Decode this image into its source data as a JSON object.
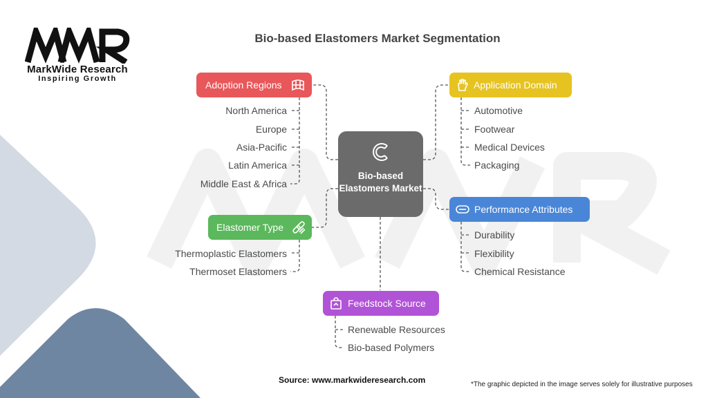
{
  "brand": {
    "logo_mark": "MWR",
    "name": "MarkWide Research",
    "tagline": "Inspiring Growth"
  },
  "title": "Bio-based Elastomers Market Segmentation",
  "center": {
    "label": "Bio-based Elastomers Market",
    "icon": "c-logo-icon",
    "color": "#6b6b6b"
  },
  "segments": {
    "adoption_regions": {
      "label": "Adoption Regions",
      "icon": "globe-flag-icon",
      "color": "#e8575a",
      "items": [
        "North America",
        "Europe",
        "Asia-Pacific",
        "Latin America",
        "Middle East & Africa"
      ]
    },
    "application_domain": {
      "label": "Application Domain",
      "icon": "hand-icon",
      "color": "#e6c321",
      "items": [
        "Automotive",
        "Footwear",
        "Medical Devices",
        "Packaging"
      ]
    },
    "elastomer_type": {
      "label": "Elastomer Type",
      "icon": "bandage-icon",
      "color": "#5bb85c",
      "items": [
        "Thermoplastic Elastomers",
        "Thermoset Elastomers"
      ]
    },
    "performance_attributes": {
      "label": "Performance Attributes",
      "icon": "stretch-band-icon",
      "color": "#4a86d8",
      "items": [
        "Durability",
        "Flexibility",
        "Chemical Resistance"
      ]
    },
    "feedstock_source": {
      "label": "Feedstock Source",
      "icon": "recycle-bag-icon",
      "color": "#b153d6",
      "items": [
        "Renewable Resources",
        "Bio-based Polymers"
      ]
    }
  },
  "footer": {
    "source": "Source: www.markwideresearch.com",
    "disclaimer": "*The graphic depicted in the image serves solely for illustrative purposes"
  }
}
